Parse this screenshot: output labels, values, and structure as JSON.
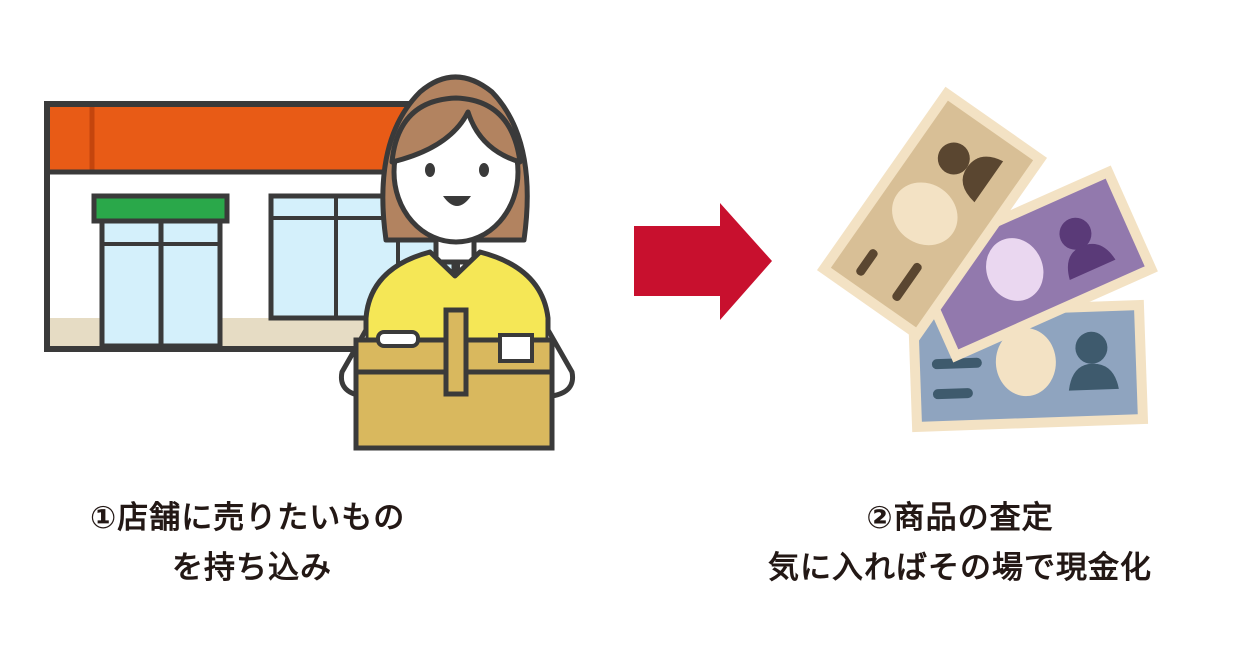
{
  "steps": [
    {
      "caption_line1": "①店舗に売りたいもの",
      "caption_line2": "を持ち込み",
      "icons": [
        "store-icon",
        "woman-holding-box-icon"
      ]
    },
    {
      "caption_line1": "②商品の査定",
      "caption_line2": "気に入ればその場で現金化",
      "icons": [
        "banknotes-icon"
      ]
    }
  ],
  "arrow": {
    "icon": "right-arrow-icon",
    "color": "#c8102e"
  },
  "colors": {
    "store_roof": "#e85b16",
    "store_sign": "#2aa84a",
    "glass": "#d4f0fb",
    "shirt": "#f5e756",
    "box": "#d9b85e",
    "hair": "#b28360",
    "note_10000": "#d8bf96",
    "note_5000": "#9279ad",
    "note_1000": "#8fa4bf"
  }
}
